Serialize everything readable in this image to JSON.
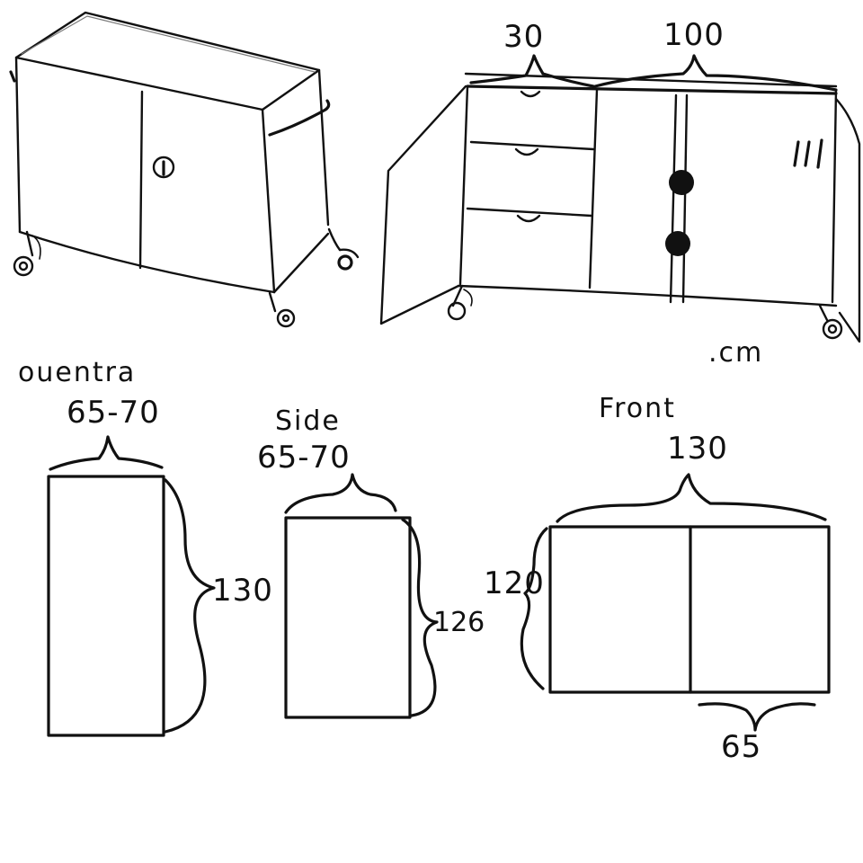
{
  "sketch_3d_top_left": {},
  "sketch_3d_top_right": {
    "dim_drawer_width": "30",
    "dim_total_width": "100"
  },
  "unit_note": ".cm",
  "views": {
    "left": {
      "title": "ouentra",
      "dim_top": "65-70",
      "dim_side": "130"
    },
    "side": {
      "title": "Side",
      "dim_top": "65-70",
      "dim_side": "126"
    },
    "front": {
      "title": "Front",
      "dim_top": "130",
      "dim_side": "120",
      "dim_bottom": "65"
    }
  }
}
